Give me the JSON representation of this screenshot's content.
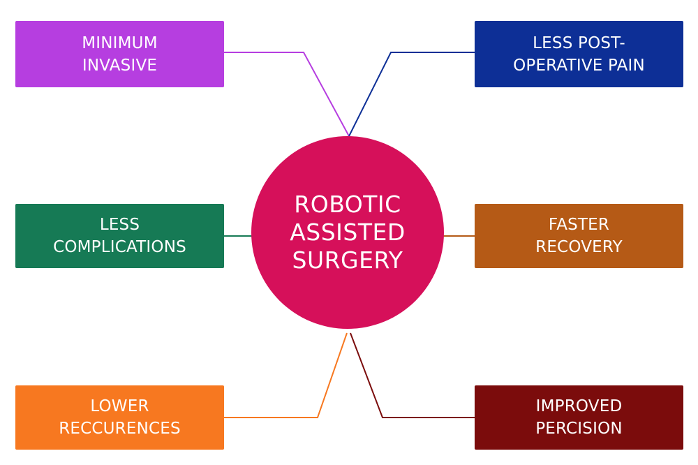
{
  "hub": {
    "label": "ROBOTIC\nASSISTED\nSURGERY",
    "color": "#d6105a"
  },
  "benefits": [
    {
      "id": "minimum-invasive",
      "label": "MINIMUM\nINVASIVE",
      "color": "#b63ee0"
    },
    {
      "id": "less-pain",
      "label": "LESS POST-\nOPERATIVE PAIN",
      "color": "#0d2f96"
    },
    {
      "id": "less-complications",
      "label": "LESS\nCOMPLICATIONS",
      "color": "#167a55"
    },
    {
      "id": "faster-recovery",
      "label": "FASTER\nRECOVERY",
      "color": "#b55a16"
    },
    {
      "id": "lower-recurrences",
      "label": "LOWER\nRECCURENCES",
      "color": "#f77820"
    },
    {
      "id": "improved-precision",
      "label": "IMPROVED\nPERCISION",
      "color": "#7b0c0c"
    }
  ]
}
